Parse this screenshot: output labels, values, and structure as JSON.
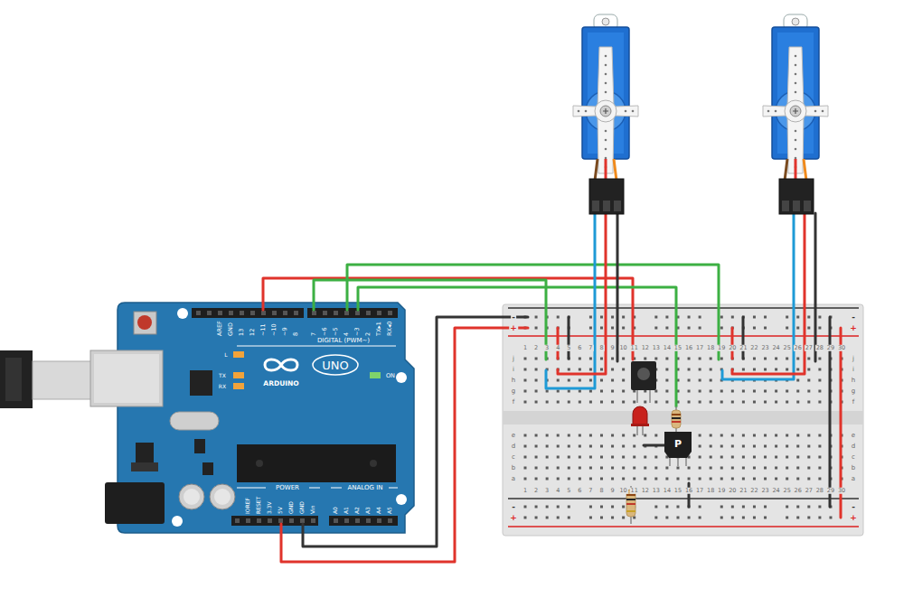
{
  "diagram": {
    "labels": [
      "AREF",
      "GND",
      "13",
      "12",
      "~11",
      "~10",
      "~9",
      "8",
      "7",
      "~6",
      "~5",
      "4",
      "~3",
      "2",
      "TX▸1",
      "RX◂0",
      "DIGITAL (PWM~)",
      "L",
      "TX",
      "RX",
      "ARDUINO",
      "UNO",
      "ON",
      "IOREF",
      "RESET",
      "3.3V",
      "5V",
      "GND",
      "GND",
      "Vin",
      "POWER",
      "ANALOG IN",
      "A0",
      "A1",
      "A2",
      "A3",
      "A4",
      "A5",
      "1",
      "2",
      "3",
      "4",
      "5",
      "6",
      "7",
      "8",
      "9",
      "10",
      "11",
      "12",
      "13",
      "14",
      "15",
      "16",
      "17",
      "18",
      "19",
      "20",
      "21",
      "22",
      "23",
      "24",
      "25",
      "26",
      "27",
      "28",
      "29",
      "30",
      "1",
      "2",
      "3",
      "4",
      "5",
      "6",
      "7",
      "8",
      "9",
      "10",
      "11",
      "12",
      "13",
      "14",
      "15",
      "16",
      "17",
      "18",
      "19",
      "20",
      "21",
      "22",
      "23",
      "24",
      "25",
      "26",
      "27",
      "28",
      "29",
      "30",
      "j",
      "i",
      "h",
      "g",
      "f",
      "j",
      "i",
      "h",
      "g",
      "f",
      "e",
      "d",
      "c",
      "b",
      "a",
      "e",
      "d",
      "c",
      "b",
      "a",
      "-",
      "+",
      "-",
      "+",
      "-",
      "+",
      "-",
      "+",
      "P"
    ]
  }
}
